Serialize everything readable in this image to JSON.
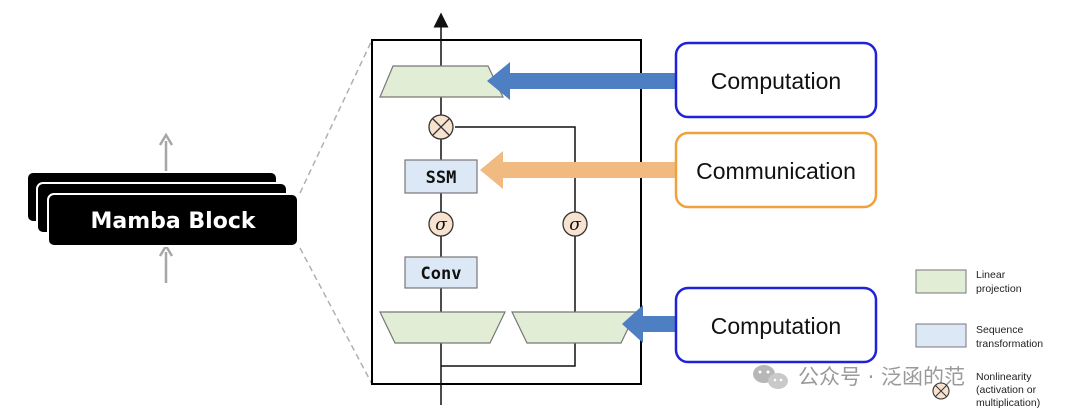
{
  "block": {
    "label": "Mamba Block"
  },
  "inner": {
    "ssm_label": "SSM",
    "conv_label": "Conv",
    "sigma_symbol": "σ",
    "multiply_symbol": "⊗"
  },
  "callouts": {
    "top": "Computation",
    "middle": "Communication",
    "bottom": "Computation"
  },
  "legend": {
    "linear": [
      "Linear",
      "projection"
    ],
    "sequence": [
      "Sequence",
      "transformation"
    ],
    "nonlinearity": [
      "Nonlinearity",
      "(activation or",
      "multiplication)"
    ]
  },
  "watermark": {
    "text": "公众号 · 泛函的范"
  },
  "colors": {
    "linear_fill": "#e2edd6",
    "sequence_fill": "#dce8f5",
    "nonlin_fill": "#f7e3cf",
    "computation_border": "#1f22d6",
    "communication_border": "#f0a13c",
    "computation_arrow": "#4f7fc3",
    "communication_arrow": "#f0ba80",
    "block_fill": "#000000"
  }
}
